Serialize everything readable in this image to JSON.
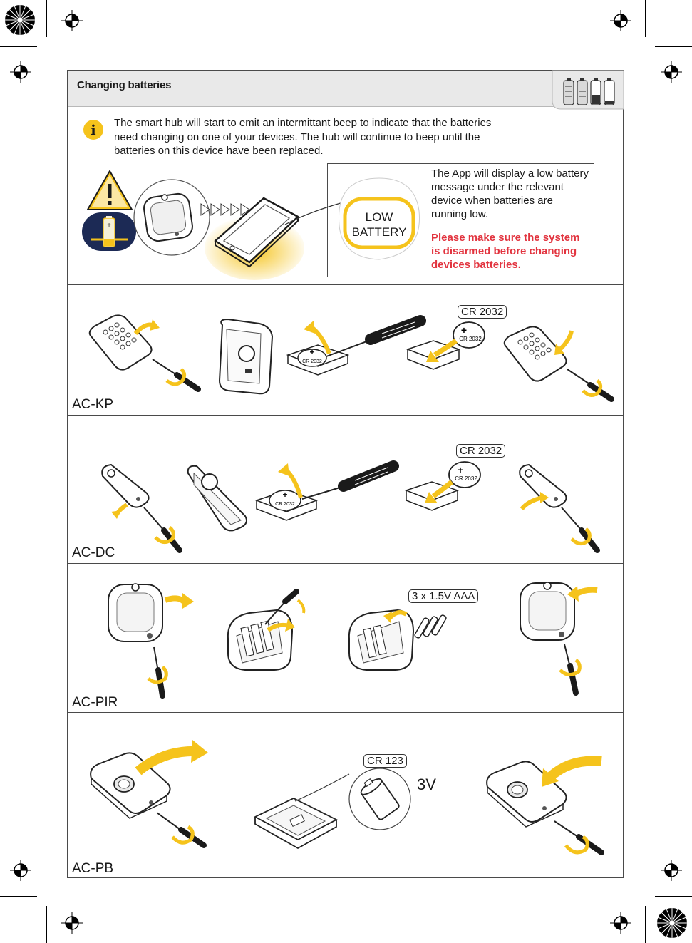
{
  "header": {
    "title": "Changing batteries",
    "battery_icon": "battery-levels-icon"
  },
  "intro": {
    "icon": "info-icon",
    "text": "The smart hub will start to emit an intermittant beep to indicate that the batteries need changing on one of your devices. The hub will continue to beep until the batteries on this device have been replaced."
  },
  "callout": {
    "bubble": [
      "LOW",
      "BATTERY"
    ],
    "text": "The App will display a low battery message under the relevant device when batteries are running low.",
    "warning": "Please make sure the system is disarmed before changing devices batteries."
  },
  "sections": [
    {
      "label": "AC-KP",
      "battery": "CR 2032",
      "coin_text": "CR 2032"
    },
    {
      "label": "AC-DC",
      "battery": "CR 2032",
      "coin_text": "CR 2032"
    },
    {
      "label": "AC-PIR",
      "battery": "3 x 1.5V  AAA"
    },
    {
      "label": "AC-PB",
      "battery": "CR 123",
      "voltage": "3V"
    }
  ],
  "colors": {
    "accent": "#f5c31c",
    "warning_text": "#e2343f",
    "header_bg": "#e9e9e9",
    "navy": "#1c2a55"
  }
}
